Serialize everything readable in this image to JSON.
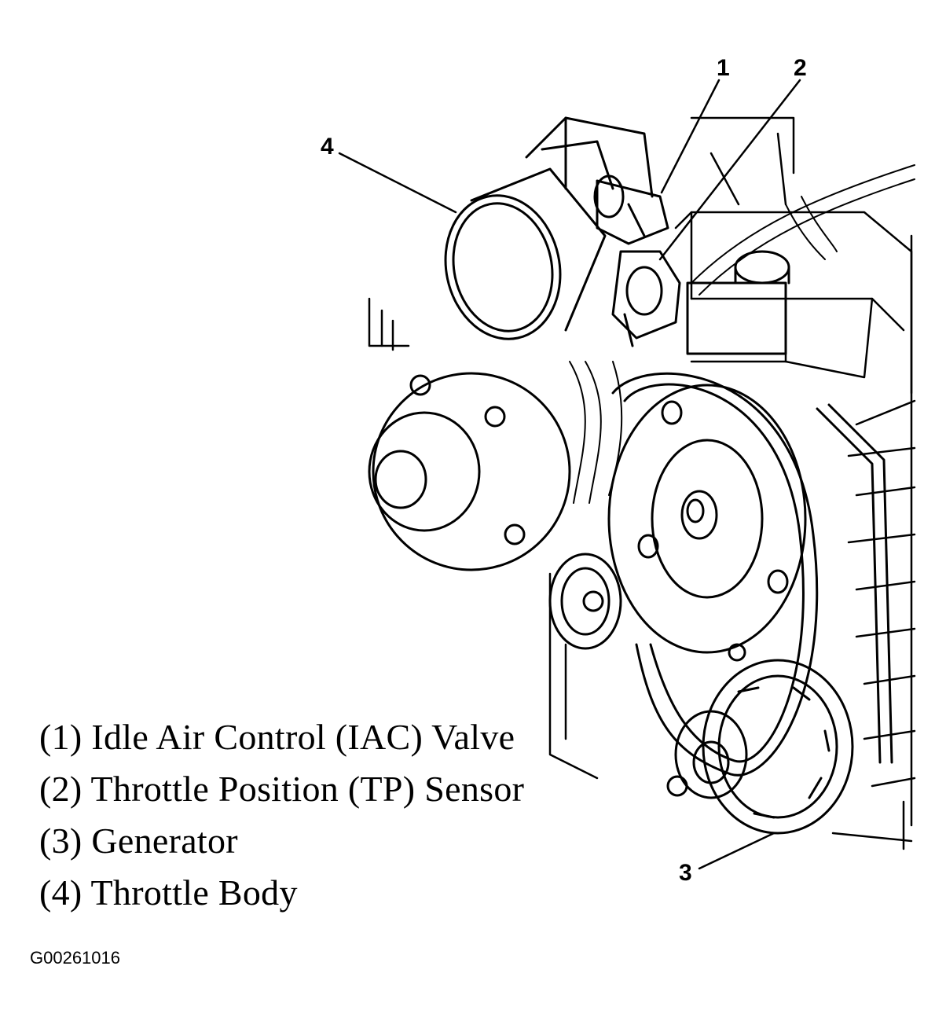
{
  "callouts": {
    "c1": "1",
    "c2": "2",
    "c3": "3",
    "c4": "4"
  },
  "legend": [
    "(1) Idle Air Control (IAC) Valve",
    "(2) Throttle Position (TP) Sensor",
    "(3) Generator",
    "(4) Throttle Body"
  ],
  "figure_id": "G00261016"
}
